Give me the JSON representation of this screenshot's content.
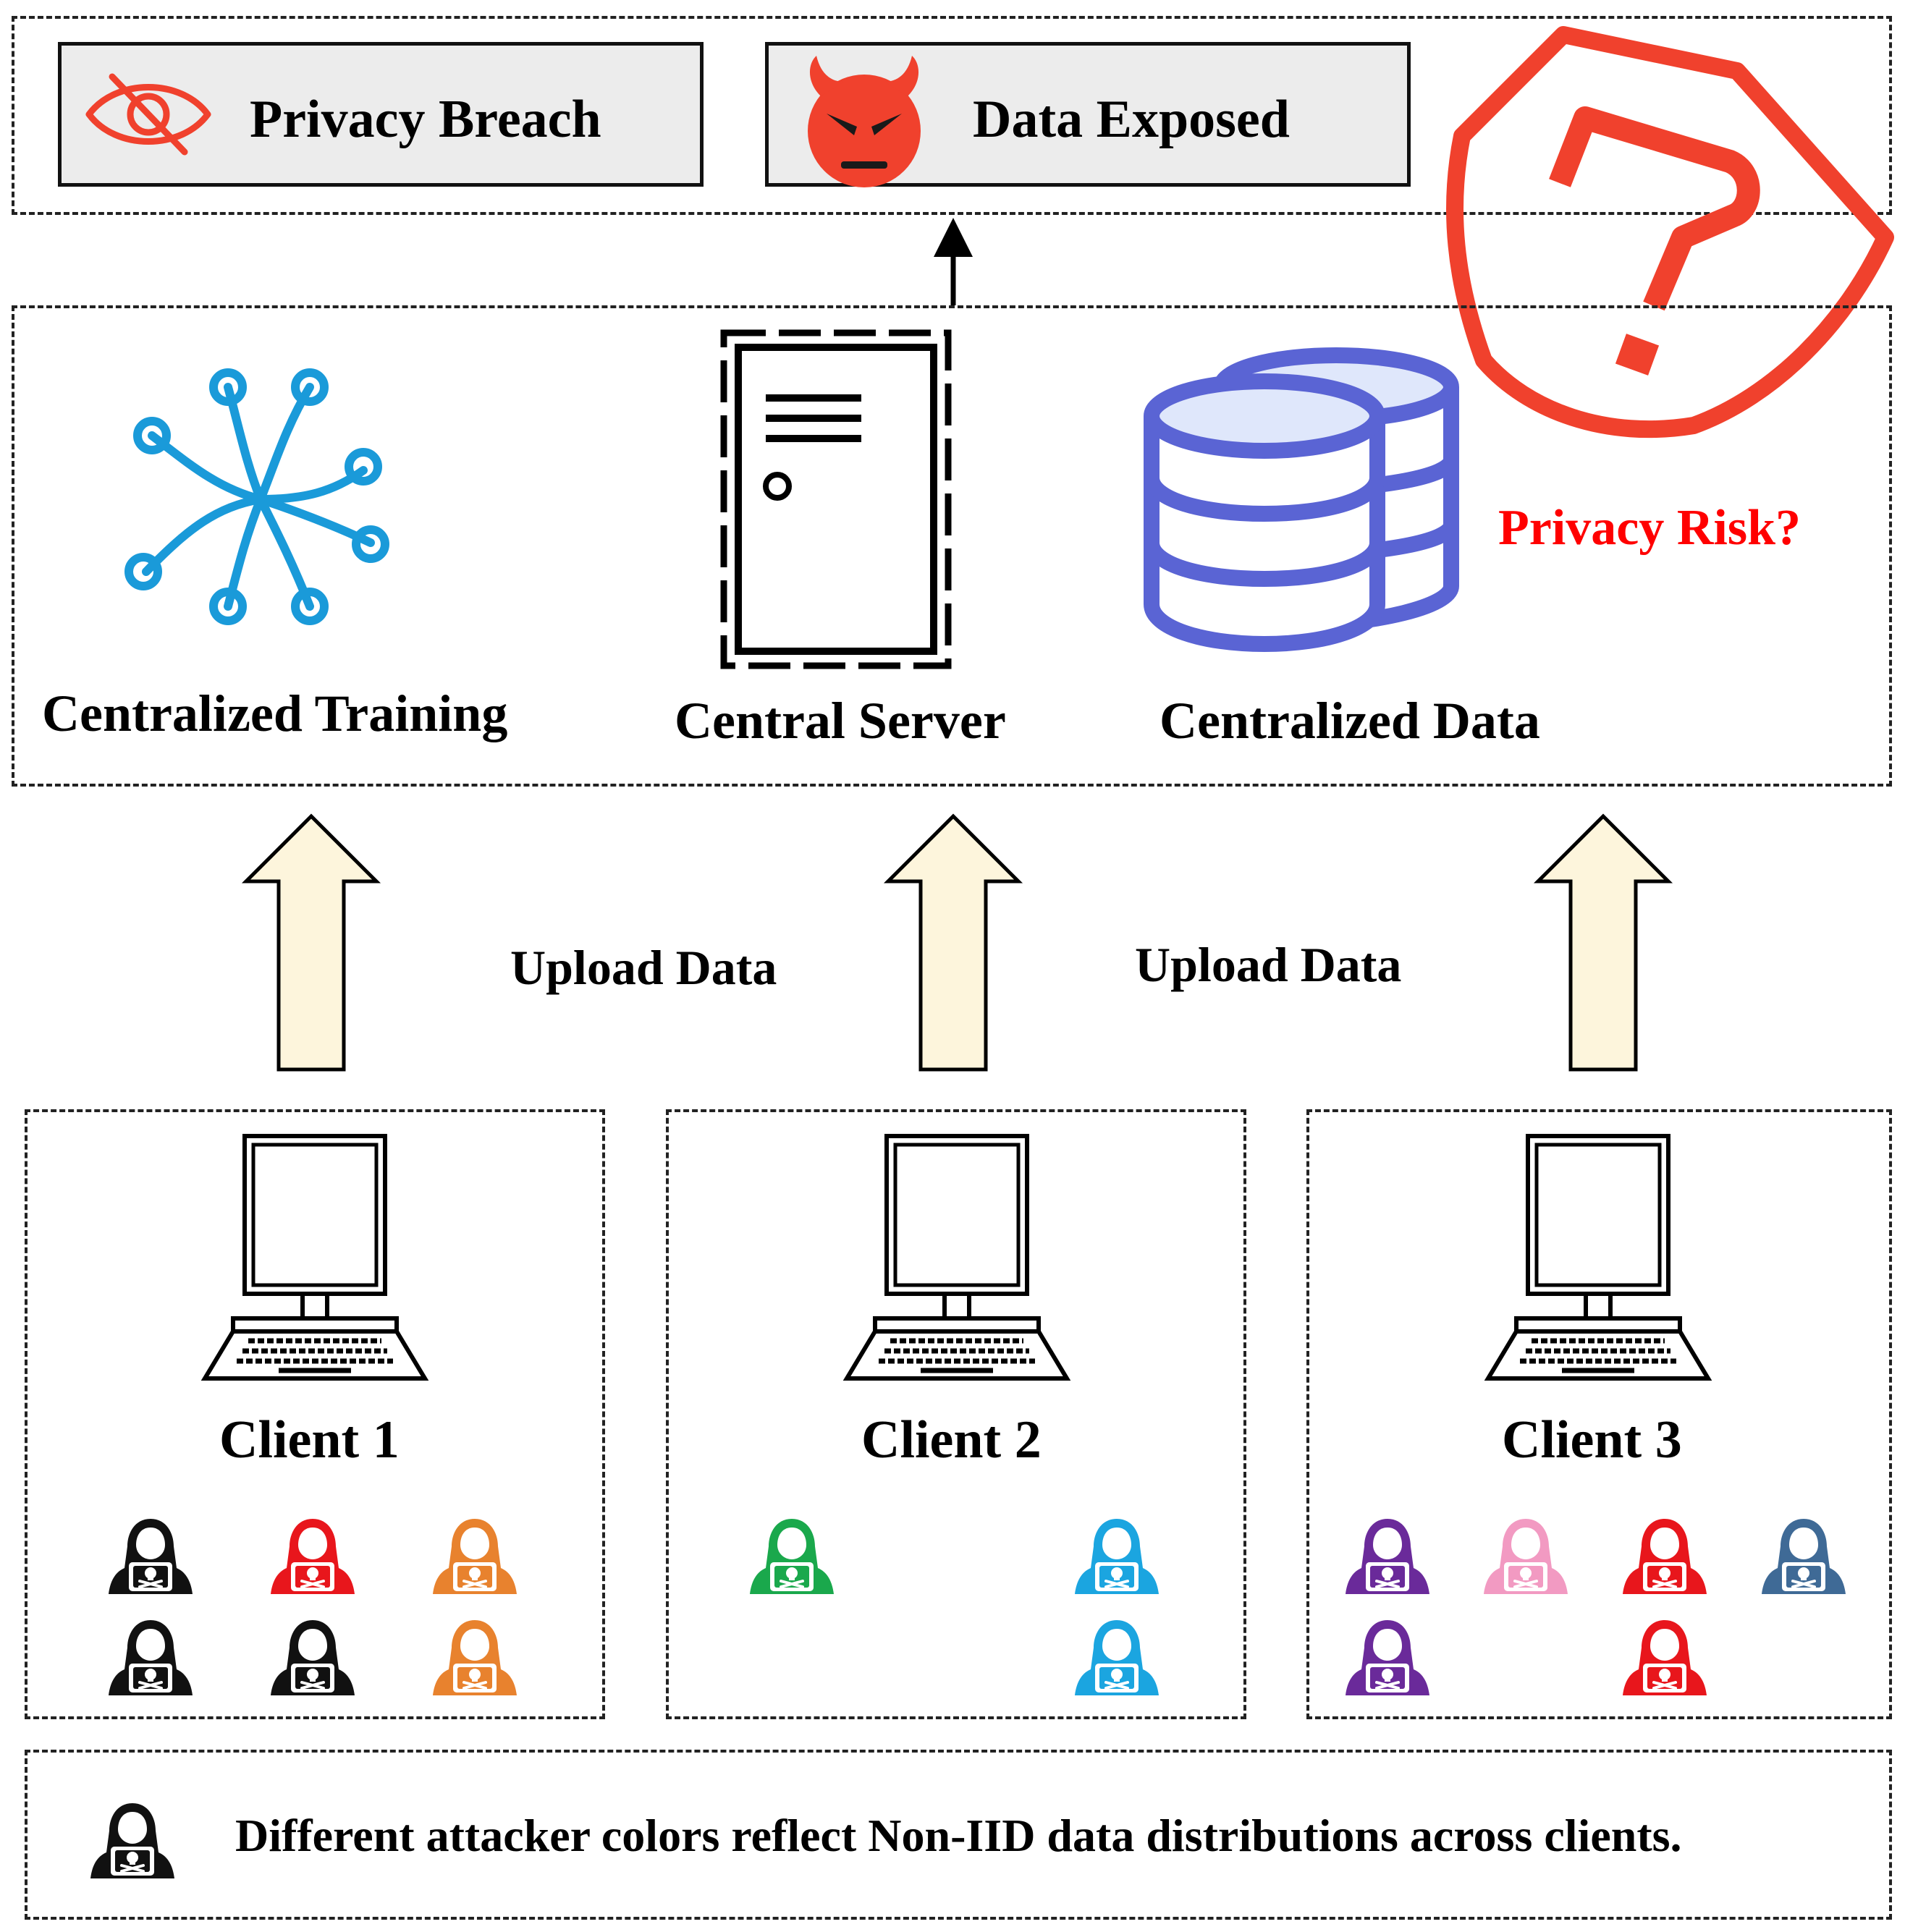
{
  "top_boxes": {
    "privacy_breach": "Privacy Breach",
    "data_exposed": "Data Exposed"
  },
  "server_row": {
    "training_label": "Centralized Training",
    "server_label": "Central Server",
    "data_label": "Centralized Data",
    "risk_label": "Privacy Risk?"
  },
  "flow": {
    "upload_left": "Upload Data",
    "upload_right": "Upload Data"
  },
  "clients": [
    {
      "label": "Client 1",
      "attackers": [
        "#111111",
        "#e8161c",
        "#e8822e",
        "#111111",
        "#111111",
        "#e8822e"
      ]
    },
    {
      "label": "Client 2",
      "attackers": [
        "#1aa84c",
        "#1ba5e0",
        "#1ba5e0"
      ]
    },
    {
      "label": "Client 3",
      "attackers": [
        "#6a2a9a",
        "#f29ac2",
        "#e8161c",
        "#3f6a96",
        "#6a2a9a",
        "#e8161c"
      ]
    }
  ],
  "legend": {
    "text": "Different attacker colors reflect Non-IID data distributions across clients.",
    "icon_color": "#111111"
  },
  "colors": {
    "alert_red": "#f0412d",
    "risk_text": "#ff0000",
    "network_blue": "#1a9ad9",
    "database_blue": "#5a64d4",
    "database_fill": "#dfe7fb",
    "arrow_fill": "#fdf5dc"
  },
  "icons": [
    "eye-slash-icon",
    "devil-icon",
    "shield-question-icon",
    "neural-network-icon",
    "server-icon",
    "database-icon",
    "computer-icon",
    "hacker-icon"
  ]
}
